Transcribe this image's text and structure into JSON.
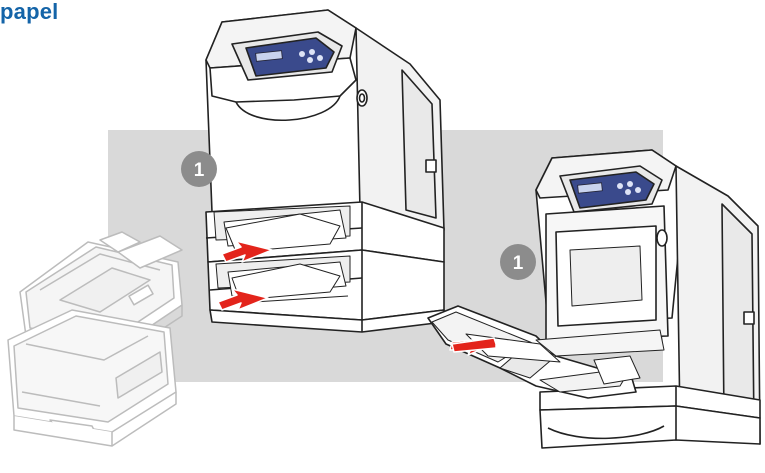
{
  "page": {
    "title_fragment": "papel",
    "accent_color": "#1464a8",
    "background_panel_color": "#d9d9d9"
  },
  "illustration": {
    "step_badge_color": "#8c8c8c",
    "arrow_color": "#e3241b",
    "printer_left": {
      "step_number": "1"
    },
    "printer_right": {
      "step_number": "1"
    },
    "icons": [
      "printer-illustration",
      "paper-tray-illustration",
      "red-pull-arrow",
      "step-badge"
    ]
  }
}
